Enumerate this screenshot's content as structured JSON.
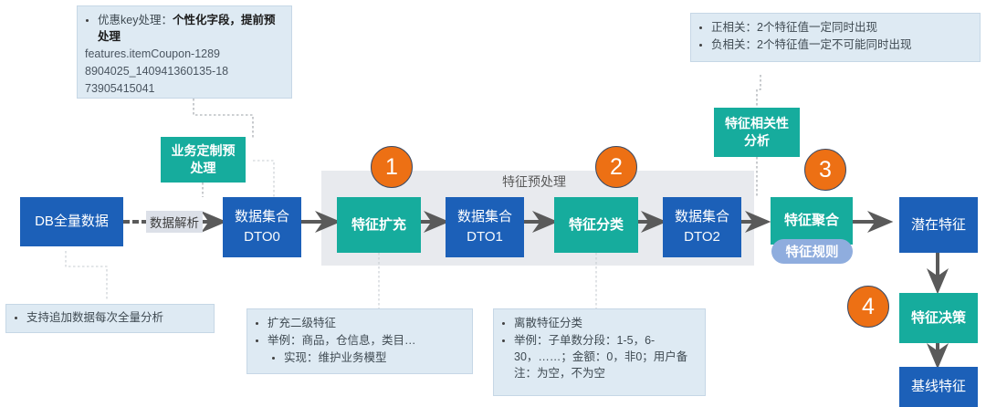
{
  "diagram": {
    "title_label": "特征预处理",
    "colors": {
      "blue": "#1C60B8",
      "teal": "#16AC9D",
      "orange": "#ED7014",
      "note_bg": "#DEEAF3",
      "band_bg": "#E8EAEE",
      "pill_blue": "#8FADDE"
    }
  },
  "notes": {
    "coupon": {
      "bullet": "优惠key处理：",
      "bullet_bold": "个性化字段，提前预处理",
      "line2": "features.itemCoupon-1289",
      "line3": "8904025_140941360135-18",
      "line4": "73905415041"
    },
    "correlation": {
      "items": [
        "正相关：2个特征值一定同时出现",
        "负相关：2个特征值一定不可能同时出现"
      ]
    },
    "db": {
      "items": [
        "支持追加数据每次全量分析"
      ]
    },
    "expand": {
      "items": [
        "扩充二级特征",
        "举例：商品，仓信息，类目…"
      ],
      "sub_items": [
        "实现：维护业务模型"
      ]
    },
    "classify": {
      "items": [
        "离散特征分类",
        "举例：子单数分段：1-5，6-30，……；金额：0，非0；用户备注：为空，不为空"
      ]
    }
  },
  "nodes": {
    "db": {
      "label": "DB全量数据"
    },
    "parse_tag": {
      "label": "数据解析"
    },
    "dto0": {
      "line1": "数据集合",
      "line2": "DTO0"
    },
    "custom_pre": {
      "line1": "业务定制预",
      "line2": "处理"
    },
    "feature_expand": {
      "label": "特征扩充"
    },
    "dto1": {
      "line1": "数据集合",
      "line2": "DTO1"
    },
    "feature_classify": {
      "label": "特征分类"
    },
    "dto2": {
      "line1": "数据集合",
      "line2": "DTO2"
    },
    "correlation_analysis": {
      "line1": "特征相关性",
      "line2": "分析"
    },
    "feature_aggregate": {
      "label": "特征聚合"
    },
    "feature_rule_pill": {
      "label": "特征规则"
    },
    "latent_feature": {
      "label": "潜在特征"
    },
    "feature_decision": {
      "label": "特征决策"
    },
    "baseline_feature": {
      "label": "基线特征"
    }
  },
  "step_markers": {
    "one": "1",
    "two": "2",
    "three": "3",
    "four": "4"
  }
}
